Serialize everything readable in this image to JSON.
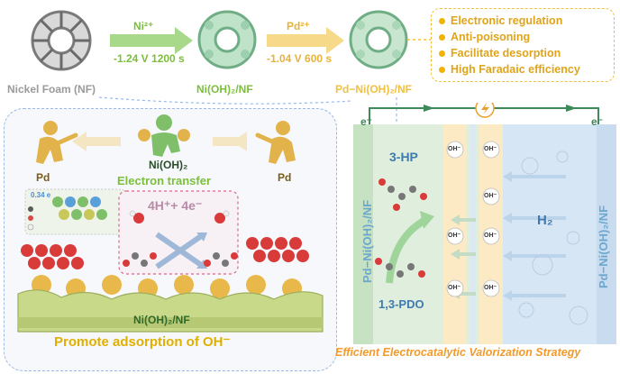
{
  "top": {
    "nickel_foam_label": "Nickel Foam (NF)",
    "step1_ion": "Ni²⁺",
    "step1_condition": "-1.24 V 1200 s",
    "step2_ion": "Pd²⁺",
    "step2_condition": "-1.04 V 600 s",
    "niohnf_label": "Ni(OH)₂/NF",
    "pdniohnf_label": "Pd−Ni(OH)₂/NF"
  },
  "benefits": [
    "Electronic regulation",
    "Anti-poisoning",
    "Facilitate desorption",
    "High Faradaic efficiency"
  ],
  "left_panel": {
    "pd_left": "Pd",
    "pd_right": "Pd",
    "center_species": "Ni(OH)₂",
    "electron_transfer": "Electron transfer",
    "reaction": "4H⁺+ 4e⁻",
    "small_label": "0.34 e",
    "support_label": "Ni(OH)₂/NF",
    "caption": "Promote  adsorption of OH⁻"
  },
  "right_panel": {
    "electron_left": "e⁻",
    "electron_right": "e⁻",
    "product": "3-HP",
    "reactant": "1,3-PDO",
    "gas": "H₂",
    "electrode_left": "Pd−Ni(OH)₂/NF",
    "electrode_right": "Pd−Ni(OH)₂/NF",
    "oh_label": "OH⁻"
  },
  "caption": "Efficient Electrocatalytic Valorization Strategy",
  "colors": {
    "green": "#7bbf3a",
    "gold": "#f0b400",
    "blue_dash": "#9ab8e8",
    "orange": "#f29a2a"
  }
}
